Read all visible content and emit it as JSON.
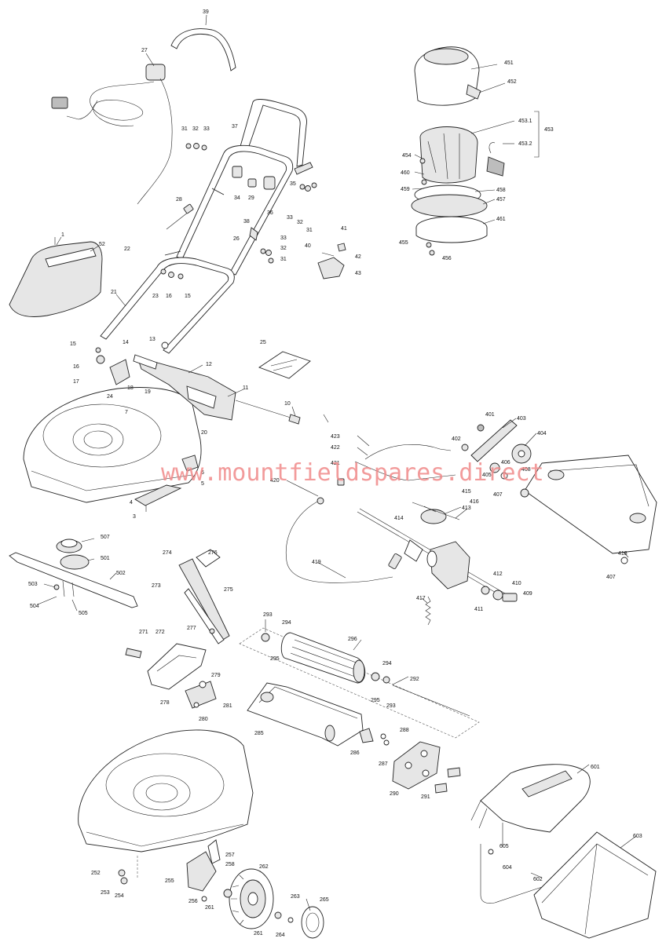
{
  "watermark": "www.mountfieldspares.direct",
  "callouts": [
    "39",
    "27",
    "31",
    "32",
    "33",
    "37",
    "28",
    "34",
    "29",
    "35",
    "36",
    "33",
    "32",
    "31",
    "38",
    "26",
    "33",
    "32",
    "31",
    "41",
    "40",
    "42",
    "43",
    "1",
    "52",
    "22",
    "23",
    "16",
    "15",
    "21",
    "13",
    "14",
    "25",
    "12",
    "15",
    "16",
    "17",
    "18",
    "24",
    "19",
    "11",
    "10",
    "7",
    "20",
    "6",
    "5",
    "4",
    "3",
    "451",
    "452",
    "453.1",
    "453",
    "453.2",
    "454",
    "460",
    "459",
    "458",
    "457",
    "461",
    "455",
    "456",
    "401",
    "403",
    "404",
    "402",
    "406",
    "405",
    "407",
    "408",
    "423",
    "422",
    "421",
    "420",
    "415",
    "416",
    "414",
    "413",
    "412",
    "410",
    "409",
    "411",
    "419",
    "417",
    "418",
    "407",
    "507",
    "501",
    "502",
    "503",
    "504",
    "505",
    "274",
    "276",
    "273",
    "275",
    "277",
    "271",
    "272",
    "279",
    "278",
    "281",
    "280",
    "293",
    "294",
    "295",
    "296",
    "294",
    "292",
    "293",
    "295",
    "285",
    "288",
    "286",
    "287",
    "290",
    "291",
    "257",
    "258",
    "252",
    "253",
    "254",
    "255",
    "256",
    "261",
    "262",
    "263",
    "265",
    "264",
    "261",
    "601",
    "605",
    "604",
    "602",
    "603"
  ]
}
